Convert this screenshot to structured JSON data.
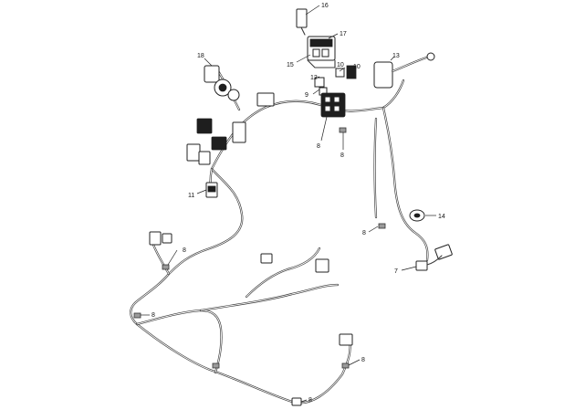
{
  "callouts": {
    "c16": "16",
    "c17": "17",
    "c15": "15",
    "c18": "18",
    "c13": "13",
    "c12": "12",
    "c10a": "10",
    "c10b": "10",
    "c9": "9",
    "c8a": "8",
    "c8b": "8",
    "c11": "11",
    "c14": "14",
    "c8c": "8",
    "c8d": "8",
    "c7": "7",
    "c8e": "8",
    "c8f": "8",
    "c8g": "8"
  },
  "colors": {
    "line": "#3a3a3a",
    "fill_dark": "#1e1e1e",
    "background": "#ffffff"
  }
}
